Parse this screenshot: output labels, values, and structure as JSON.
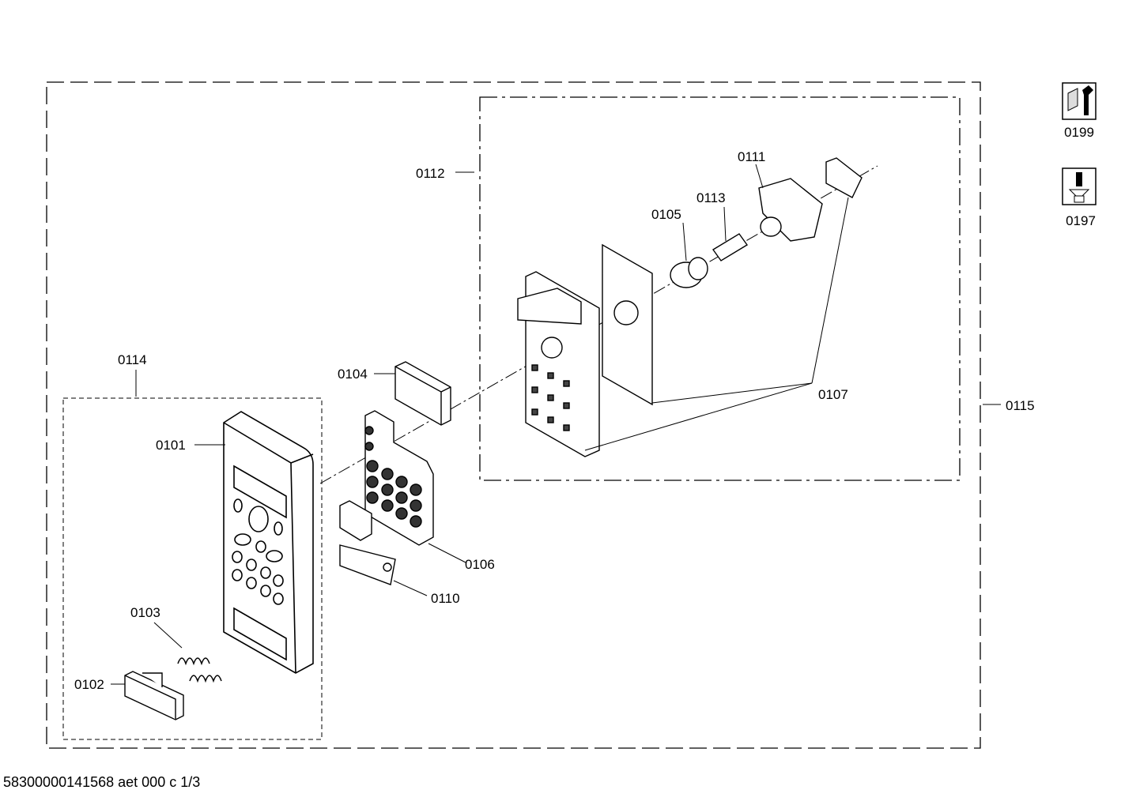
{
  "labels": {
    "0101": "0101",
    "0102": "0102",
    "0103": "0103",
    "0104": "0104",
    "0105": "0105",
    "0106": "0106",
    "0107": "0107",
    "0110": "0110",
    "0111": "0111",
    "0112": "0112",
    "0113": "0113",
    "0114": "0114",
    "0115": "0115"
  },
  "icons": [
    {
      "name": "wrench-nut-icon",
      "label": "0199"
    },
    {
      "name": "screwdriver-icon",
      "label": "0197"
    }
  ],
  "footer": "58300000141568 aet 000 c 1/3"
}
